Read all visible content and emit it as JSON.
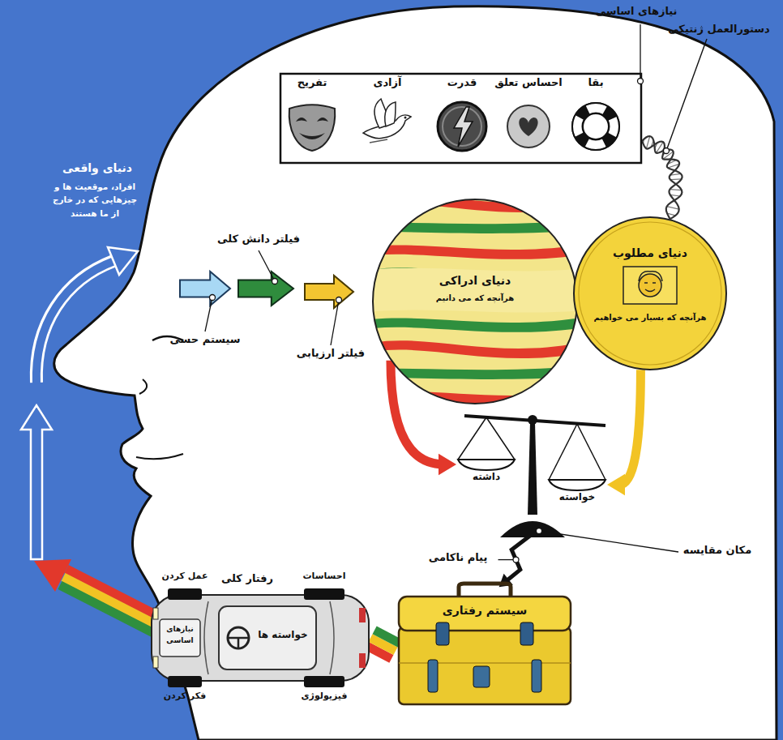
{
  "diagram": {
    "nodes": [
      {
        "text": [
          "نیازهای اساسی"
        ]
      },
      {
        "text": [
          "بقا"
        ],
        "in": 0
      },
      {
        "text": [
          "احساس تعلق"
        ],
        "in": 0
      },
      {
        "text": [
          "قدرت"
        ],
        "in": 0
      },
      {
        "text": [
          "آزادی"
        ],
        "in": 0
      },
      {
        "text": [
          "تفریح"
        ],
        "in": 0
      },
      {
        "text": [
          "سیستم حسی"
        ]
      },
      {
        "text": [
          "فیلتر دانش کلی"
        ]
      },
      {
        "text": [
          "فیلتر ارزیابی"
        ]
      },
      {
        "text": [
          "دنیای ادراکی",
          "هرآنچه که می دانیم"
        ]
      },
      {
        "text": [
          "دنیای مطلوب",
          "هرآنچه که بسیار می خواهیم"
        ]
      },
      {
        "text": [
          "مکان مقایسه"
        ]
      },
      {
        "text": [
          "داشته"
        ],
        "in": 11
      },
      {
        "text": [
          "خواسته"
        ],
        "in": 11
      },
      {
        "text": [
          "سیستم رفتاری"
        ]
      },
      {
        "text": [
          "رفتار کلی"
        ]
      },
      {
        "text": [
          "نیازهای اساسی"
        ],
        "in": 15
      },
      {
        "text": [
          "خواسته ها"
        ],
        "in": 15
      },
      {
        "text": [
          "عمل کردن"
        ],
        "in": 15
      },
      {
        "text": [
          "احساسات"
        ],
        "in": 15
      },
      {
        "text": [
          "فکر کردن"
        ],
        "in": 15
      },
      {
        "text": [
          "فیزیولوژی"
        ],
        "in": 15
      }
    ],
    "edges": [
      {
        "from": 0,
        "to": 10,
        "arrow": "none"
      },
      {
        "from": 9,
        "to": 12,
        "arrow": "to"
      },
      {
        "from": 10,
        "to": 13,
        "arrow": "to"
      },
      {
        "from": 11,
        "to": 14,
        "label": "پیام ناکامی",
        "arrow": "to"
      },
      {
        "from": 14,
        "to": 15,
        "arrow": "none"
      }
    ],
    "labels": [
      "دنیای واقعی",
      "افراد، موقعیت ها و چیزهایی که در خارج از ما هستند",
      "دستورالعمل ژنتیکی"
    ]
  }
}
